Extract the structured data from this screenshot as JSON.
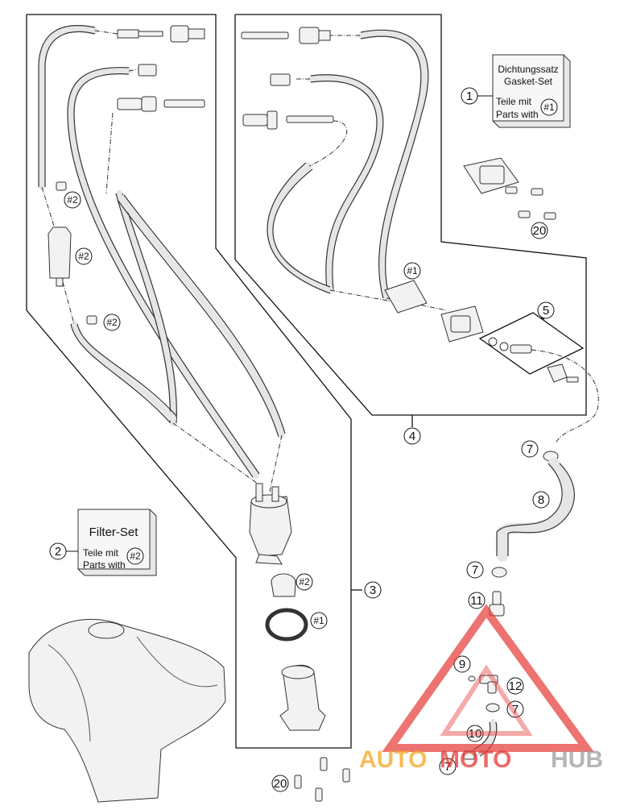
{
  "callouts": {
    "p1": "1",
    "p2": "2",
    "p3": "3",
    "p4": "4",
    "p5": "5",
    "p7": "7",
    "p8": "8",
    "p9": "9",
    "p10": "10",
    "p11": "11",
    "p12": "12",
    "p20": "20"
  },
  "refs": {
    "set1": "#1",
    "set2": "#2"
  },
  "gasket_box": {
    "title_de": "Dichtungssatz",
    "title_en": "Gasket-Set",
    "parts_de": "Teile mit",
    "parts_en": "Parts with"
  },
  "filter_box": {
    "title": "Filter-Set",
    "parts_de": "Teile mit",
    "parts_en": "Parts with"
  },
  "watermark": {
    "text_a": "AUTO",
    "text_b": "MOTO",
    "text_c": "HUB",
    "color_red": "#e53935",
    "color_orange": "#f5a623",
    "color_gray": "#9e9e9e"
  }
}
